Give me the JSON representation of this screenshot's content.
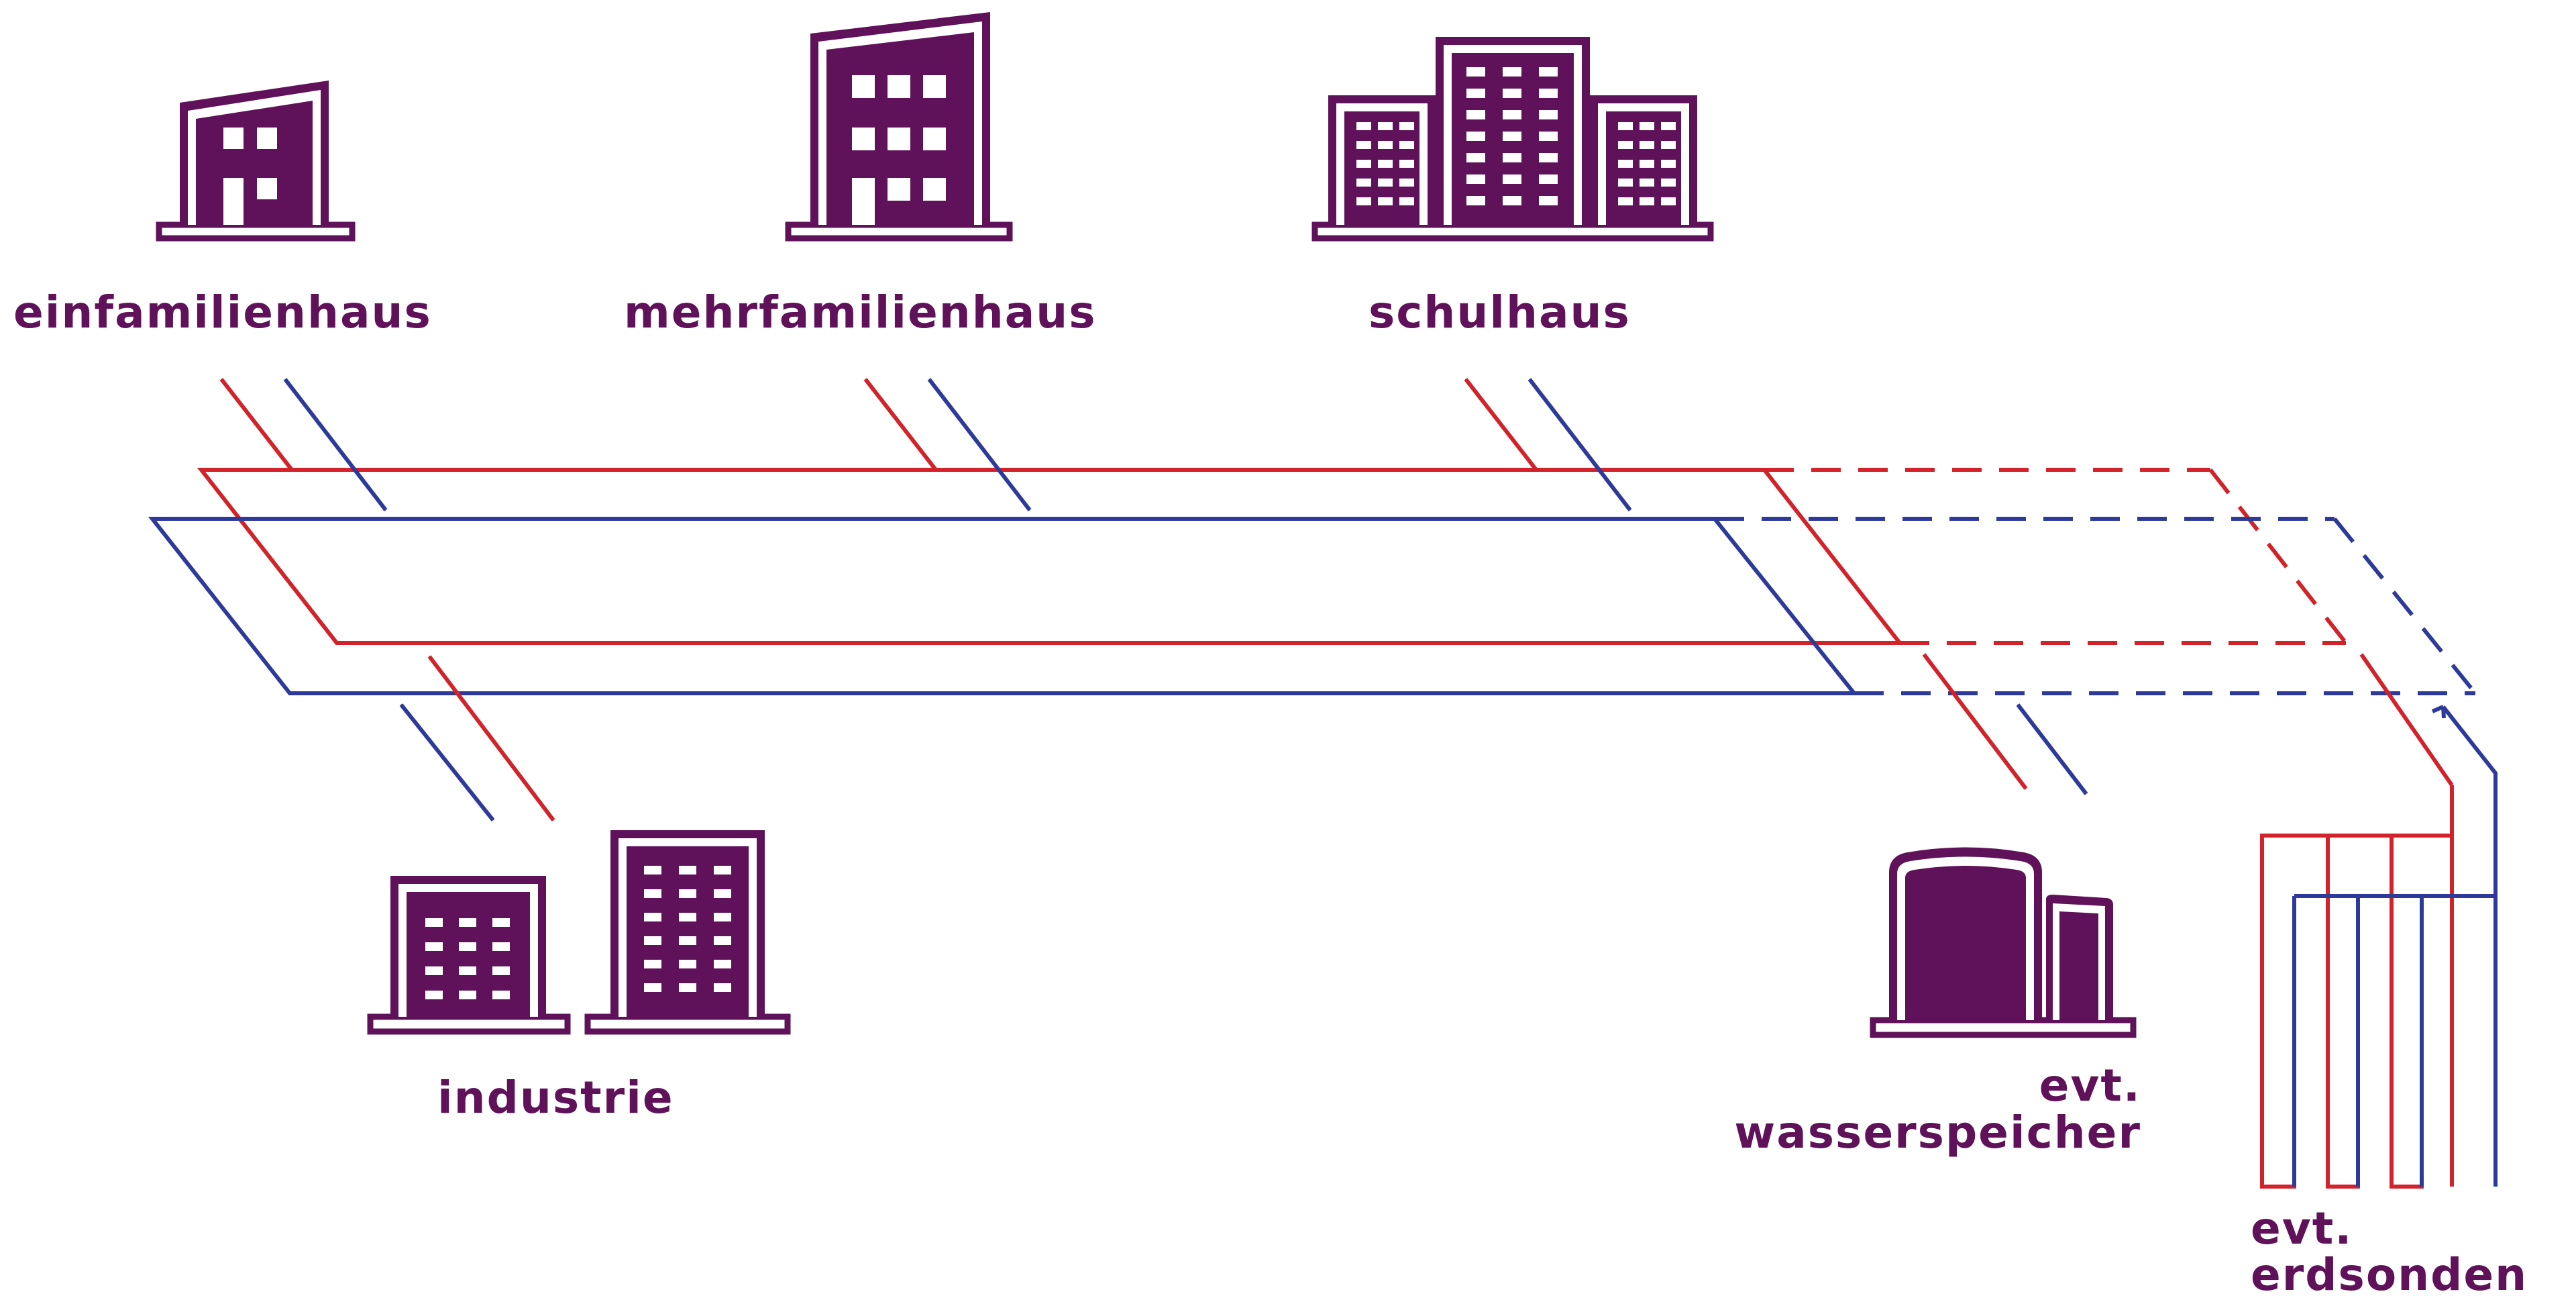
{
  "labels": {
    "einfamilienhaus": "einfamilienhaus",
    "mehrfamilienhaus": "mehrfamilienhaus",
    "schulhaus": "schulhaus",
    "industrie": "industrie",
    "wasserspeicher_line1": "evt.",
    "wasserspeicher_line2": "wasserspeicher",
    "erdsonden_line1": "evt.",
    "erdsonden_line2": "erdsonden"
  },
  "colors": {
    "building": "#5f1259",
    "warm_pipe": "#d2232a",
    "cold_pipe": "#2e3a9a"
  },
  "icons": [
    "single-family-house-icon",
    "apartment-building-icon",
    "school-building-icon",
    "industry-buildings-icon",
    "water-tank-icon",
    "ground-probe-icon"
  ]
}
